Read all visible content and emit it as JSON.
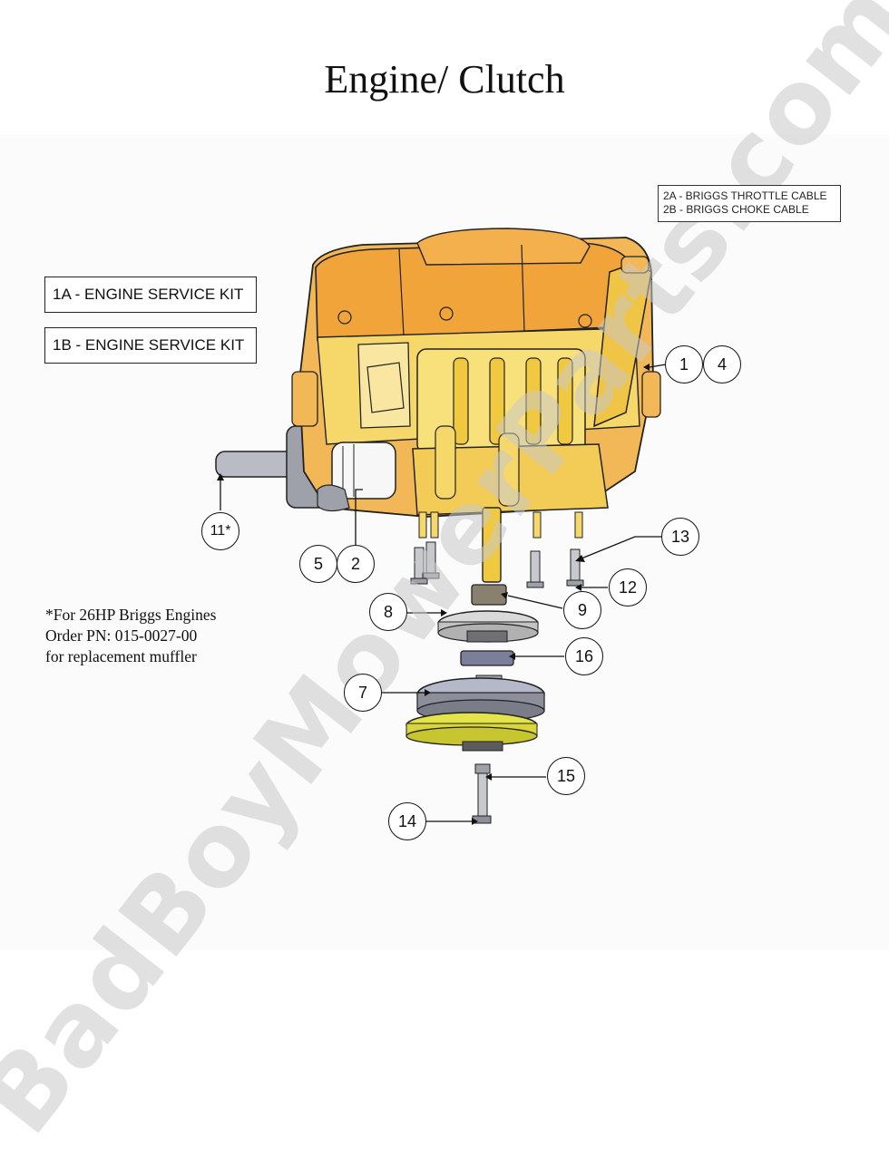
{
  "title": "Engine/ Clutch",
  "kits": [
    {
      "label": "1A  - ENGINE SERVICE KIT"
    },
    {
      "label": "1B  - ENGINE SERVICE KIT"
    }
  ],
  "cables": [
    {
      "label": "2A - BRIGGS THROTTLE CABLE"
    },
    {
      "label": "2B - BRIGGS CHOKE CABLE"
    }
  ],
  "note": {
    "line1": "*For 26HP Briggs Engines",
    "line2": "Order PN: 015-0027-00",
    "line3": "for replacement muffler"
  },
  "callouts": {
    "c1": "1",
    "c4": "4",
    "c11": "11*",
    "c5": "5",
    "c2": "2",
    "c13": "13",
    "c12": "12",
    "c8": "8",
    "c9": "9",
    "c16": "16",
    "c7": "7",
    "c15": "15",
    "c14": "14"
  },
  "watermark": "BadBoyMowerParts.com",
  "colors": {
    "engine_orange": "#f3a83a",
    "engine_yellow": "#f6d86a",
    "pulley_yellow": "#e5e34a",
    "gray": "#8c8f99"
  }
}
